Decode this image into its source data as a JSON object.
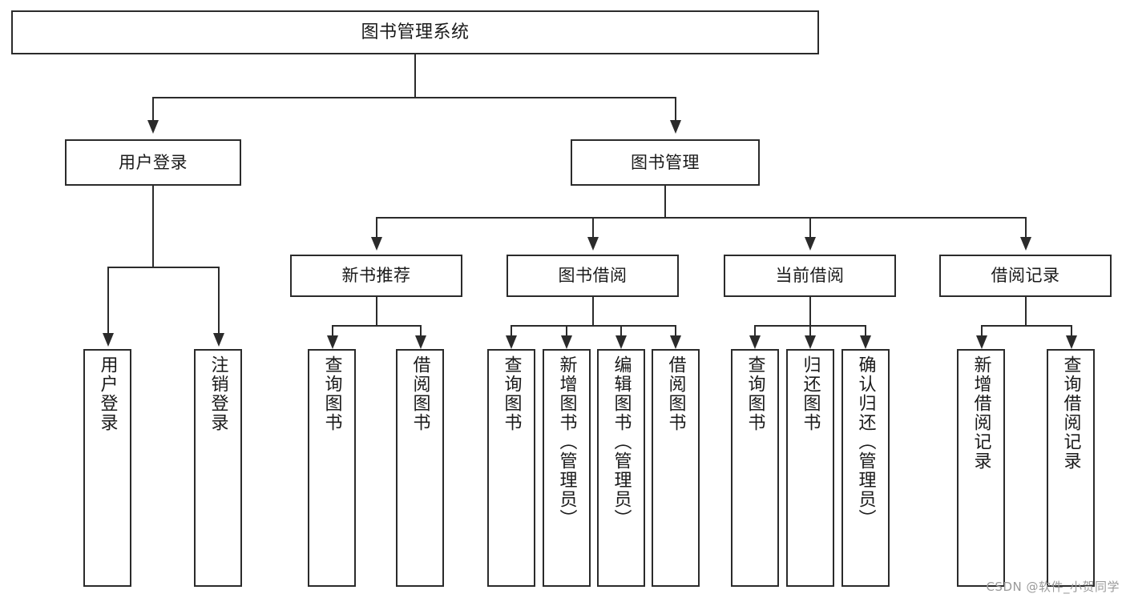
{
  "diagram": {
    "title": "图书管理系统",
    "type": "tree-hierarchy-diagram",
    "colors": {
      "stroke": "#2b2b2b",
      "fill": "#ffffff",
      "text": "#1a1a1a",
      "watermark": "#9a9a9a"
    },
    "nodes": {
      "root": {
        "label": "图书管理系统"
      },
      "tier2": [
        {
          "id": "user-login",
          "label": "用户登录"
        },
        {
          "id": "book-management",
          "label": "图书管理"
        }
      ],
      "tier3": [
        {
          "id": "new-book-recommend",
          "label": "新书推荐"
        },
        {
          "id": "book-borrow",
          "label": "图书借阅"
        },
        {
          "id": "current-borrow",
          "label": "当前借阅"
        },
        {
          "id": "borrow-record",
          "label": "借阅记录"
        }
      ],
      "leaves": {
        "user-login": [
          {
            "id": "leaf-user-login",
            "label": "用户登录"
          },
          {
            "id": "leaf-logout-login",
            "label": "注销登录"
          }
        ],
        "new-book-recommend": [
          {
            "id": "leaf-query-book-1",
            "label": "查询图书"
          },
          {
            "id": "leaf-borrow-book-1",
            "label": "借阅图书"
          }
        ],
        "book-borrow": [
          {
            "id": "leaf-query-book-2",
            "label": "查询图书"
          },
          {
            "id": "leaf-add-book-admin",
            "label": "新增图书（管理员）"
          },
          {
            "id": "leaf-edit-book-admin",
            "label": "编辑图书（管理员）"
          },
          {
            "id": "leaf-borrow-book-2",
            "label": "借阅图书"
          }
        ],
        "current-borrow": [
          {
            "id": "leaf-query-book-3",
            "label": "查询图书"
          },
          {
            "id": "leaf-return-book",
            "label": "归还图书"
          },
          {
            "id": "leaf-confirm-return-admin",
            "label": "确认归还（管理员）"
          }
        ],
        "borrow-record": [
          {
            "id": "leaf-add-borrow-record",
            "label": "新增借阅记录"
          },
          {
            "id": "leaf-query-borrow-record",
            "label": "查询借阅记录"
          }
        ]
      }
    },
    "watermark": "CSDN @软件_小贺同学"
  }
}
